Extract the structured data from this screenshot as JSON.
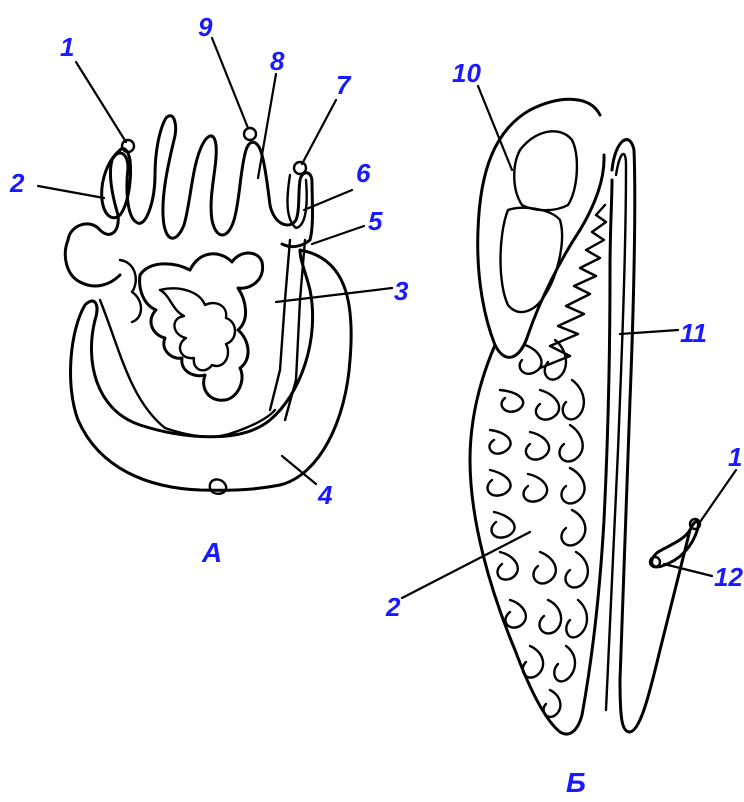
{
  "labels": {
    "a_1": "1",
    "a_2": "2",
    "a_3": "3",
    "a_4": "4",
    "a_5": "5",
    "a_6": "6",
    "a_7": "7",
    "a_8": "8",
    "a_9": "9",
    "b_10": "10",
    "b_11": "11",
    "b_1": "1",
    "b_12": "12",
    "b_2": "2"
  },
  "panels": {
    "a": "А",
    "b": "Б"
  },
  "colors": {
    "label_color": "#1a1aff",
    "line_color": "#000000"
  }
}
